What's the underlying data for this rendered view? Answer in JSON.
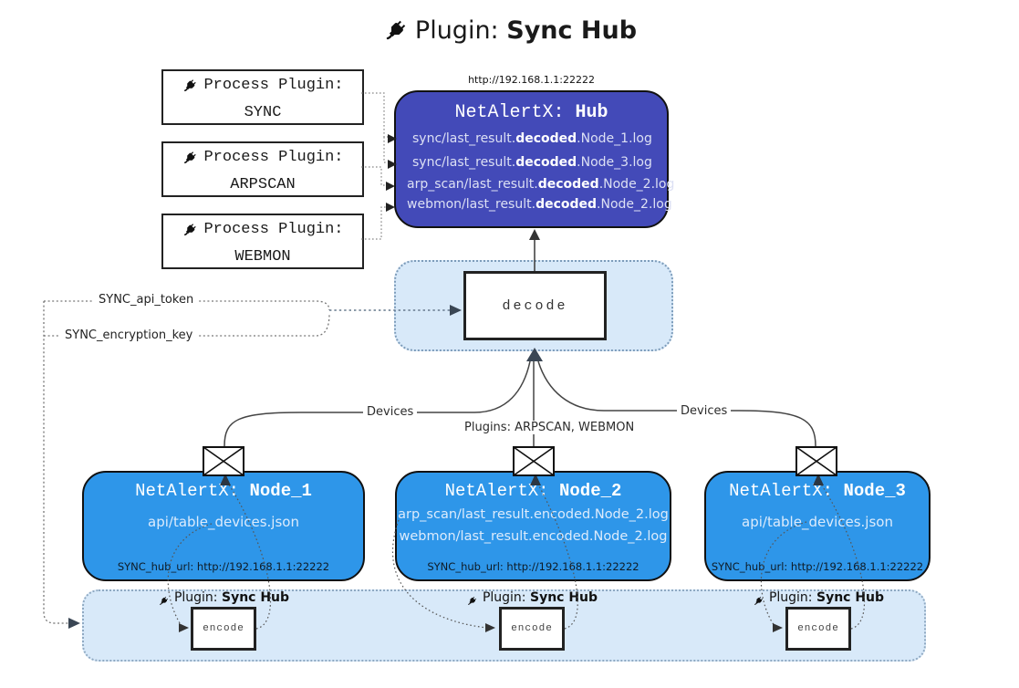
{
  "title": {
    "prefix": "Plugin:",
    "name": "Sync Hub"
  },
  "process_plugins": [
    {
      "label": "Process Plugin:",
      "name": "SYNC"
    },
    {
      "label": "Process Plugin:",
      "name": "ARPSCAN"
    },
    {
      "label": "Process Plugin:",
      "name": "WEBMON"
    }
  ],
  "hub": {
    "url": "http://192.168.1.1:22222",
    "title_prefix": "NetAlertX:",
    "title_name": "Hub",
    "logs": [
      {
        "pre": "sync/last_result.",
        "bold": "decoded",
        "post": ".Node_1.log"
      },
      {
        "pre": "sync/last_result.",
        "bold": "decoded",
        "post": ".Node_3.log"
      },
      {
        "pre": "arp_scan/last_result.",
        "bold": "decoded",
        "post": ".Node_2.log"
      },
      {
        "pre": "webmon/last_result.",
        "bold": "decoded",
        "post": ".Node_2.log"
      }
    ]
  },
  "decode": {
    "label": "decode"
  },
  "secrets": {
    "api_token": "SYNC_api_token",
    "encryption_key": "SYNC_encryption_key"
  },
  "edges": {
    "devices_left": "Devices",
    "devices_right": "Devices",
    "plugins_label": "Plugins: ARPSCAN, WEBMON"
  },
  "nodes": [
    {
      "title_prefix": "NetAlertX:",
      "title_name": "Node_1",
      "lines": [
        "api/table_devices.json"
      ],
      "hub_url": "SYNC_hub_url: http://192.168.1.1:22222"
    },
    {
      "title_prefix": "NetAlertX:",
      "title_name": "Node_2",
      "lines": [
        "arp_scan/last_result.encoded.Node_2.log",
        "webmon/last_result.encoded.Node_2.log"
      ],
      "hub_url": "SYNC_hub_url: http://192.168.1.1:22222"
    },
    {
      "title_prefix": "NetAlertX:",
      "title_name": "Node_3",
      "lines": [
        "api/table_devices.json"
      ],
      "hub_url": "SYNC_hub_url: http://192.168.1.1:22222"
    }
  ],
  "encode_plugins": [
    {
      "label_prefix": "Plugin:",
      "label_name": "Sync Hub",
      "box": "encode"
    },
    {
      "label_prefix": "Plugin:",
      "label_name": "Sync Hub",
      "box": "encode"
    },
    {
      "label_prefix": "Plugin:",
      "label_name": "Sync Hub",
      "box": "encode"
    }
  ],
  "colors": {
    "hub_fill": "#434ab8",
    "node_fill": "#2e96e9",
    "band_fill": "#d8e9f9",
    "box_border": "#111111",
    "arrow": "#444444"
  }
}
